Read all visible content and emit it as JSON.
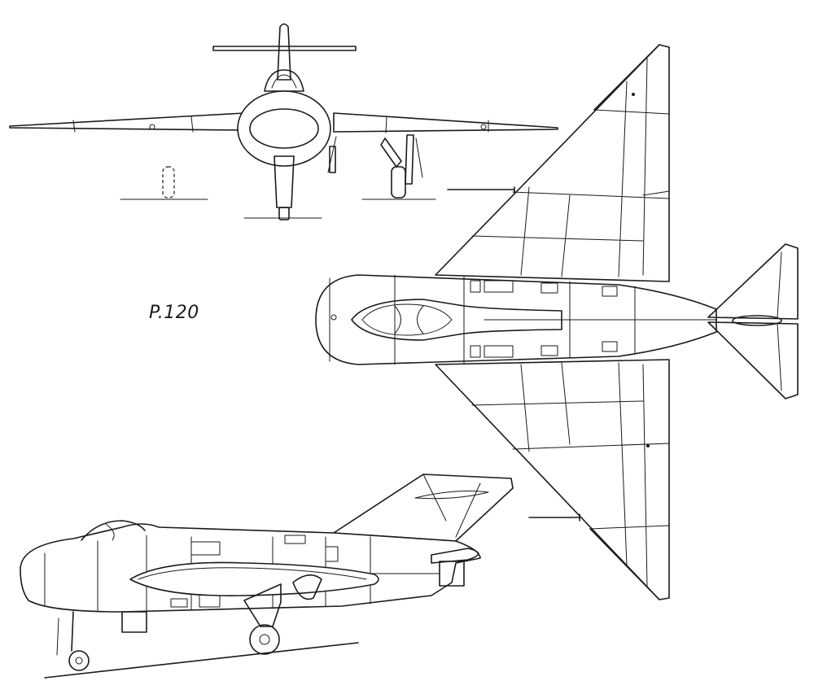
{
  "drawing": {
    "label": "P.120",
    "views": [
      "front-view",
      "top-view",
      "side-view"
    ],
    "ink_color": "#1a1a1a",
    "paper_color": "#ffffff"
  }
}
